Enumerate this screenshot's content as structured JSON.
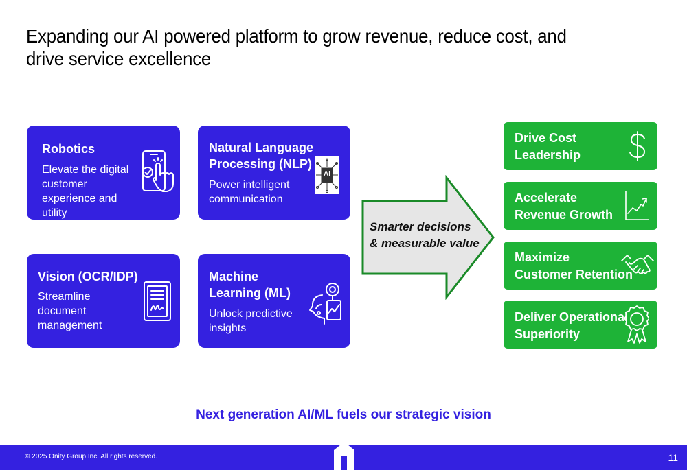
{
  "colors": {
    "blue": "#3421e0",
    "green": "#1eb337",
    "arrow_fill": "#e6e6e6",
    "arrow_stroke": "#1a8a28"
  },
  "title": "Expanding our AI powered platform to grow revenue, reduce cost, and drive service excellence",
  "capabilities": [
    {
      "heading": "Robotics",
      "description": "Elevate the digital customer experience and utility",
      "icon": "touchscreen-tap-icon"
    },
    {
      "heading": "Natural Language Processing (NLP)",
      "description": "Power intelligent communication",
      "icon": "ai-chip-icon",
      "chip_label": "AI"
    },
    {
      "heading": "Vision (OCR/IDP)",
      "description": "Streamline document management",
      "icon": "document-signature-icon"
    },
    {
      "heading": "Machine Learning (ML)",
      "description": "Unlock predictive insights",
      "icon": "head-analytics-icon"
    }
  ],
  "arrow": {
    "label": "Smarter decisions\n& measurable value"
  },
  "outcomes": [
    {
      "label": "Drive Cost\nLeadership",
      "icon": "dollar-icon"
    },
    {
      "label": "Accelerate\nRevenue Growth",
      "icon": "growth-chart-icon"
    },
    {
      "label": "Maximize\nCustomer Retention",
      "icon": "handshake-icon"
    },
    {
      "label": "Deliver Operational\nSuperiority",
      "icon": "award-ribbon-icon"
    }
  ],
  "tagline": "Next generation AI/ML fuels our strategic vision",
  "footer": {
    "copyright": "© 2025 Onity Group Inc. All rights reserved.",
    "page_number": "11",
    "logo_icon": "onity-logo-icon"
  }
}
